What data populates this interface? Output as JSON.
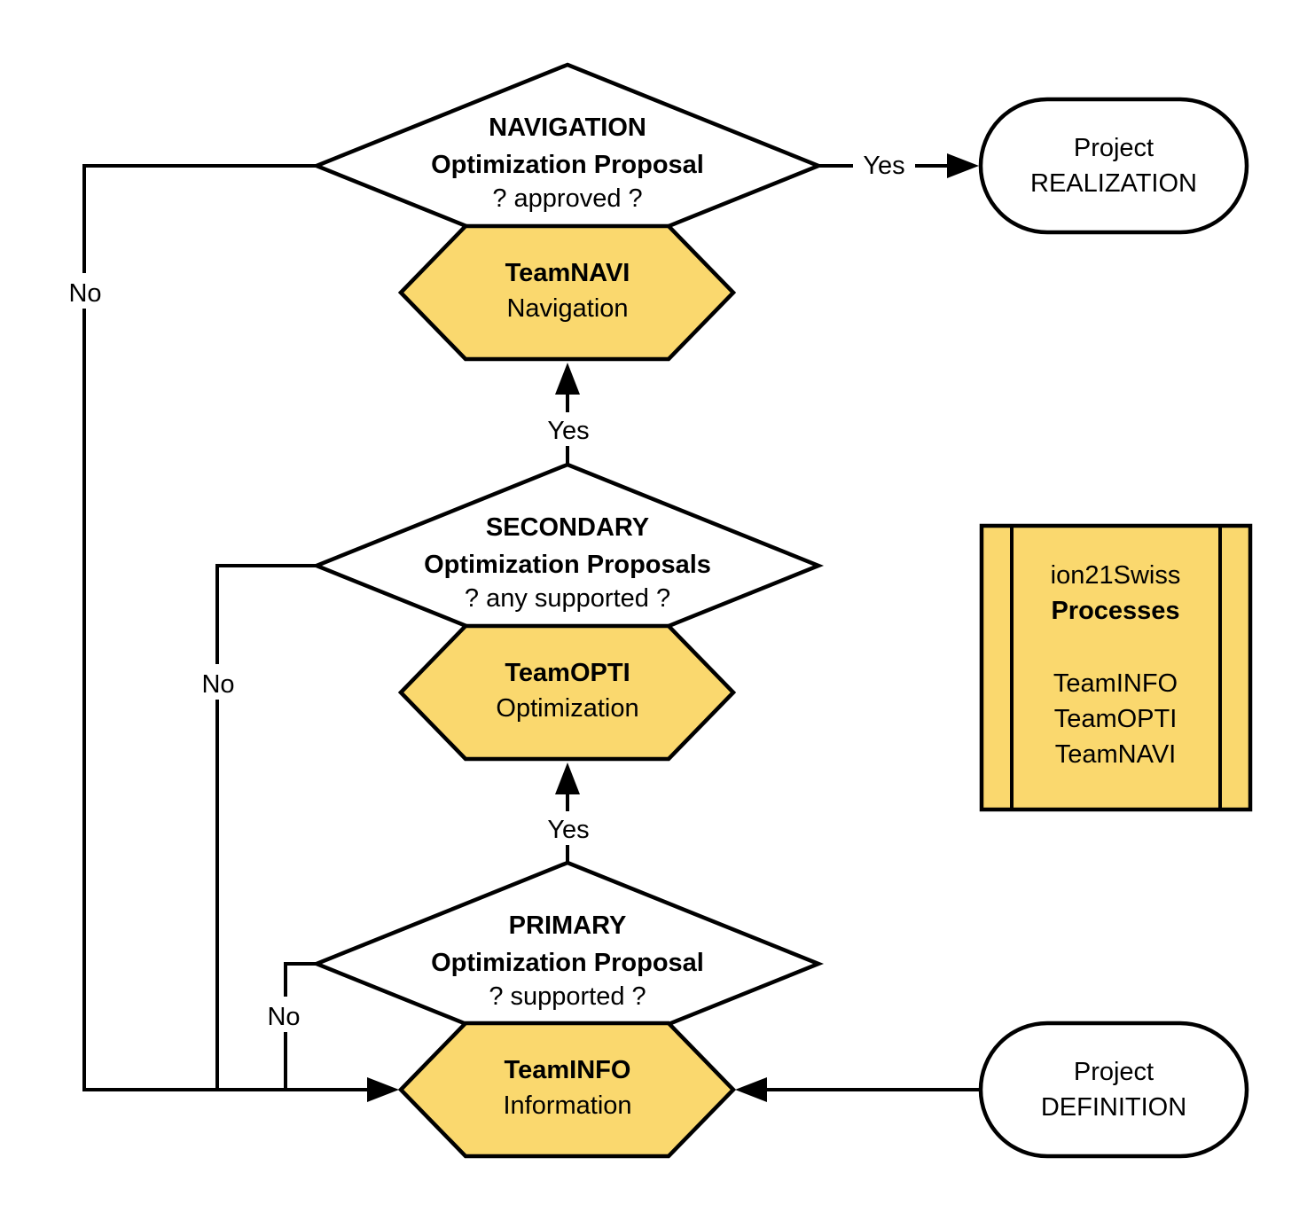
{
  "colors": {
    "node_yellow": "#FAD86E",
    "stroke": "#000000",
    "canvas": "#FFFFFF"
  },
  "nodes": {
    "navigation": {
      "line1": "NAVIGATION",
      "line2": "Optimization Proposal",
      "line3": "? approved ?"
    },
    "secondary": {
      "line1": "SECONDARY",
      "line2": "Optimization Proposals",
      "line3": "? any supported ?"
    },
    "primary": {
      "line1": "PRIMARY",
      "line2": "Optimization Proposal",
      "line3": "? supported ?"
    },
    "teamnavi": {
      "title": "TeamNAVI",
      "subtitle": "Navigation"
    },
    "teamopti": {
      "title": "TeamOPTI",
      "subtitle": "Optimization"
    },
    "teaminfo": {
      "title": "TeamINFO",
      "subtitle": "Information"
    },
    "realization": {
      "line1": "Project",
      "line2": "REALIZATION"
    },
    "definition": {
      "line1": "Project",
      "line2": "DEFINITION"
    }
  },
  "legend": {
    "line1": "ion21Swiss",
    "line2": "Processes",
    "items": [
      "TeamINFO",
      "TeamOPTI",
      "TeamNAVI"
    ]
  },
  "edges": {
    "navigation_yes": "Yes",
    "navigation_no": "No",
    "secondary_yes": "Yes",
    "secondary_no": "No",
    "primary_yes": "Yes",
    "primary_no": "No"
  }
}
